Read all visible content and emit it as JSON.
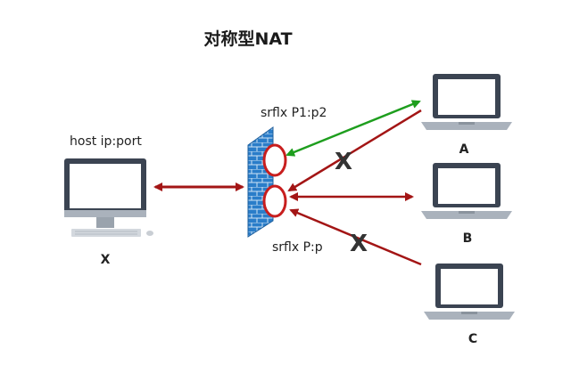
{
  "diagram": {
    "title": "对称型NAT",
    "host_label": "host ip:port",
    "srflx_top": "srflx P1:p2",
    "srflx_bottom": "srflx P:p",
    "nodes": {
      "x": "X",
      "a": "A",
      "b": "B",
      "c": "C"
    },
    "blocked_mark": "X",
    "colors": {
      "allowed": "#1e9e1e",
      "connection": "#a31515",
      "firewall": "#2a7dc9",
      "port_ring": "#c81e1e",
      "screen_frame": "#3b4452",
      "laptop_base": "#aab2bc"
    }
  }
}
